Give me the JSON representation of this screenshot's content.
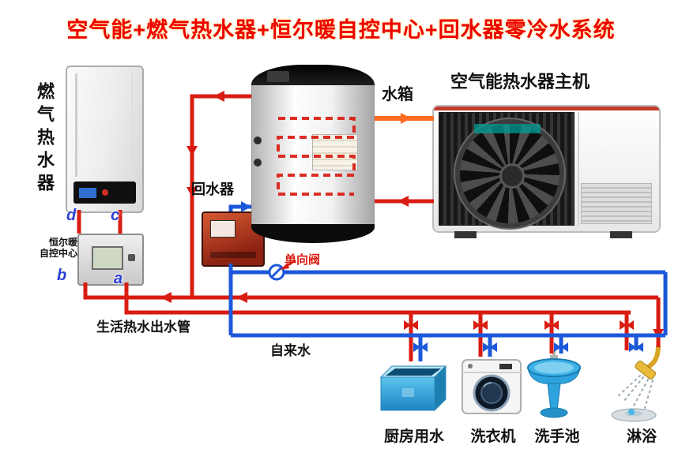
{
  "title": "空气能+燃气热水器+恒尔暖自控中心+回水器零冷水系统",
  "colors": {
    "hot": "#d91c12",
    "cold": "#1c58d9",
    "warm": "#ff6a22",
    "title": "#ee0000",
    "gold": "#d9a425"
  },
  "labels": {
    "gas_heater": "燃气热水器",
    "control_center_line1": "恒尔暖",
    "control_center_line2": "自控中心",
    "tank": "水箱",
    "return_device": "回水器",
    "heat_pump": "空气能热水器主机",
    "check_valve": "单向阀",
    "hot_water_outlet": "生活热水出水管",
    "tap_water": "自来水"
  },
  "ports": {
    "a": "a",
    "b": "b",
    "c": "c",
    "d": "d"
  },
  "fixtures": [
    {
      "id": "kitchen",
      "label": "厨房用水"
    },
    {
      "id": "washing-machine",
      "label": "洗衣机"
    },
    {
      "id": "wash-basin",
      "label": "洗手池"
    },
    {
      "id": "shower",
      "label": "淋浴"
    }
  ]
}
